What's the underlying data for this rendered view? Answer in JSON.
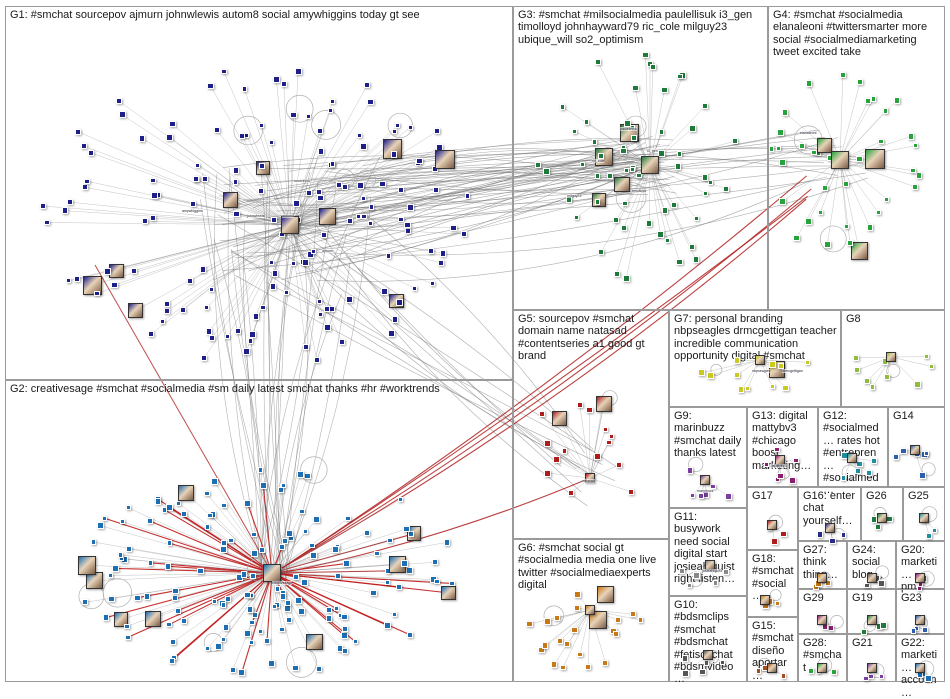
{
  "graph": {
    "groups": [
      {
        "id": "G1",
        "label": "G1: #smchat sourcepov ajmurn johnwlewis autom8 social amywhiggins today gt see",
        "color": "#1f1f8a"
      },
      {
        "id": "G2",
        "label": "G2: creativesage #smchat #socialmedia #sm daily latest smchat thanks #hr #worktrends",
        "color": "#1d6fb5"
      },
      {
        "id": "G3",
        "label": "G3: #smchat #milsocialmedia paulellisuk i3_gen timolloyd johnhayward79 ric_cole milguy23 ubique_will so2_optimism",
        "color": "#1e7a3a"
      },
      {
        "id": "G4",
        "label": "G4: #smchat #socialmedia elanaleoni #twittersmarter more social #socialmediamarketing tweet excited take",
        "color": "#27a33c"
      },
      {
        "id": "G5",
        "label": "G5: sourcepov #smchat domain name natasad #contentseries a1 good gt brand",
        "color": "#b01c1c"
      },
      {
        "id": "G6",
        "label": "G6: #smchat social gt #socialmedia media one live twitter #socialmediaexperts digital",
        "color": "#c87814"
      },
      {
        "id": "G7",
        "label": "G7: personal branding nbpseagles drmcgettigan teacher incredible communication opportunity digital #smchat",
        "color": "#c9c91e"
      },
      {
        "id": "G8",
        "label": "G8",
        "color": "#8fbc3a"
      },
      {
        "id": "G9",
        "label": "G9: marinbuzz #smchat daily thanks latest",
        "color": "#7a3ea0"
      },
      {
        "id": "G10",
        "label": "G10: #bdsmclips #smchat #bdsmchat #fetischchat #bdsmvideo…",
        "color": "#555555"
      },
      {
        "id": "G11",
        "label": "G11: busywork need social digital start josieahlquist right listen…",
        "color": "#888888"
      },
      {
        "id": "G12",
        "label": "G12: #socialmed… rates hot #entrepren… #socialmed…",
        "color": "#1d8fa0"
      },
      {
        "id": "G13",
        "label": "G13: digital mattybv3 #chicago boost marketing…",
        "color": "#8a1d6f"
      },
      {
        "id": "G14",
        "label": "G14",
        "color": "#2b5fae"
      },
      {
        "id": "G15",
        "label": "G15: #smchat diseño aportar…",
        "color": "#a05020"
      },
      {
        "id": "G16",
        "label": "G16: enter chat yourself…",
        "color": "#2b2b8a"
      },
      {
        "id": "G17",
        "label": "G17",
        "color": "#b01c1c"
      },
      {
        "id": "G18",
        "label": "G18: #smchat #social…",
        "color": "#c87814"
      },
      {
        "id": "G19",
        "label": "G19",
        "color": "#1e7a3a"
      },
      {
        "id": "G20",
        "label": "G20: marketi… pm…",
        "color": "#8a1d6f"
      },
      {
        "id": "G21",
        "label": "G21",
        "color": "#7a3ea0"
      },
      {
        "id": "G22",
        "label": "G22: marketi… accoun…",
        "color": "#1d6fb5"
      },
      {
        "id": "G23",
        "label": "G23",
        "color": "#2b5fae"
      },
      {
        "id": "G24",
        "label": "G24: social blog…",
        "color": "#555555"
      },
      {
        "id": "G25",
        "label": "G25",
        "color": "#1d8fa0"
      },
      {
        "id": "G26",
        "label": "G26",
        "color": "#1e7a3a"
      },
      {
        "id": "G27",
        "label": "G27: think thing…",
        "color": "#c87814"
      },
      {
        "id": "G28",
        "label": "G28: #smchat",
        "color": "#27a33c"
      },
      {
        "id": "G29",
        "label": "G29",
        "color": "#8a1d6f"
      }
    ],
    "node_labels": [
      "amywhiggins",
      "sourcepov",
      "johnwlewis",
      "autom8",
      "ajmurn",
      "creativesage",
      "paulellisuk",
      "i3_gen",
      "timolloyd",
      "elanaleoni",
      "natasad",
      "marinbuzz",
      "josieahlquist",
      "mattybv3",
      "nbpseagles",
      "drmcgettigan",
      "ric_cole",
      "milguy23"
    ]
  }
}
